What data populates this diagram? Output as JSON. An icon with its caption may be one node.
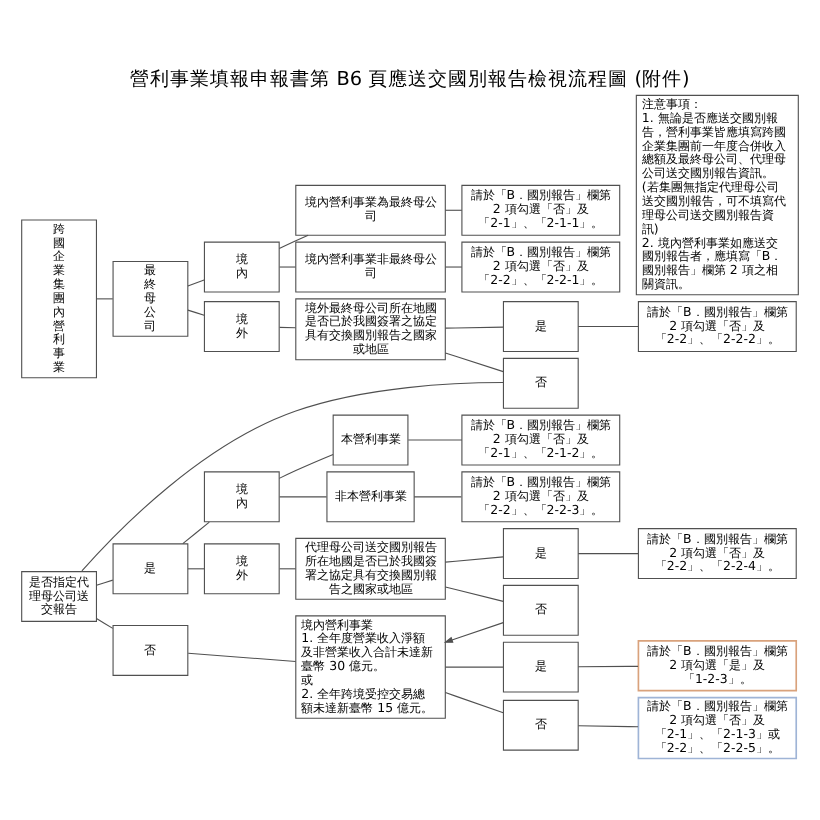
{
  "diagram": {
    "title": "營利事業填報申報書第 B6 頁應送交國別報告檢視流程圖 (附件)",
    "nodes": [
      {
        "text": [
          "跨國企業集團內營利事業"
        ]
      },
      {
        "text": [
          "最終母公司"
        ]
      },
      {
        "text": [
          "境內"
        ]
      },
      {
        "text": [
          "境外"
        ]
      },
      {
        "text": [
          "境內營利事業為最終母公司"
        ]
      },
      {
        "text": [
          "境內營利事業非最終母公司"
        ]
      },
      {
        "text": [
          "請於「B．國別報告」欄第 2 項勾選「否」及「2-1」、「2-1-1」。"
        ]
      },
      {
        "text": [
          "請於「B．國別報告」欄第 2 項勾選「否」及「2-2」、「2-2-1」。"
        ]
      },
      {
        "text": [
          "境外最終母公司所在地國是否已於我國簽署之協定具有交換國別報告之國家或地區"
        ]
      },
      {
        "text": [
          "是"
        ]
      },
      {
        "text": [
          "否"
        ]
      },
      {
        "text": [
          "請於「B．國別報告」欄第 2 項勾選「否」及「2-2」、「2-2-2」。"
        ]
      },
      {
        "text": [
          "是否指定代理母公司送交報告"
        ]
      },
      {
        "text": [
          "是"
        ]
      },
      {
        "text": [
          "否"
        ]
      },
      {
        "text": [
          "境內"
        ]
      },
      {
        "text": [
          "境外"
        ]
      },
      {
        "text": [
          "本營利事業"
        ]
      },
      {
        "text": [
          "非本營利事業"
        ]
      },
      {
        "text": [
          "請於「B．國別報告」欄第 2 項勾選「否」及「2-1」、「2-1-2」。"
        ]
      },
      {
        "text": [
          "請於「B．國別報告」欄第 2 項勾選「否」及「2-2」、「2-2-3」。"
        ]
      },
      {
        "text": [
          "代理母公司送交國別報告所在地國是否已於我國簽署之協定具有交換國別報告之國家或地區"
        ]
      },
      {
        "text": [
          "是"
        ]
      },
      {
        "text": [
          "否"
        ]
      },
      {
        "text": [
          "請於「B．國別報告」欄第 2 項勾選「否」及「2-2」、「2-2-4」。"
        ]
      },
      {
        "text": [
          "境內營利事業",
          "1. 全年度營業收入淨額及非營業收入合計未達新臺幣 30 億元。",
          "或",
          "2. 全年跨境受控交易總額未達新臺幣 15 億元。"
        ]
      },
      {
        "text": [
          "是"
        ]
      },
      {
        "text": [
          "否"
        ]
      },
      {
        "text": [
          "請於「B．國別報告」欄第 2 項勾選「是」及「1-2-3」。"
        ]
      },
      {
        "text": [
          "請於「B．國別報告」欄第 2 項勾選「否」及「2-1」、「2-1-3」或「2-2」、「2-2-5」。"
        ]
      },
      {
        "text": [
          "注意事項：",
          "1. 無論是否應送交國別報告，營利事業皆應填寫跨國企業集團前一年度合併收入總額及最終母公司、代理母公司送交國別報告資訊。(若集團無指定代理母公司送交國別報告，可不填寫代理母公司送交國別報告資訊)",
          "2. 境內營利事業如應送交國別報告者，應填寫「B．國別報告」欄第 2 項之相關資訊。"
        ]
      }
    ],
    "edges": [
      {
        "from": 0,
        "to": 1,
        "arrow": "none"
      },
      {
        "from": 1,
        "to": 2,
        "arrow": "none"
      },
      {
        "from": 1,
        "to": 3,
        "arrow": "none"
      },
      {
        "from": 2,
        "to": 4,
        "arrow": "none"
      },
      {
        "from": 2,
        "to": 5,
        "arrow": "none"
      },
      {
        "from": 4,
        "to": 6,
        "arrow": "none"
      },
      {
        "from": 5,
        "to": 7,
        "arrow": "none"
      },
      {
        "from": 3,
        "to": 8,
        "arrow": "none"
      },
      {
        "from": 8,
        "to": 9,
        "arrow": "none"
      },
      {
        "from": 8,
        "to": 10,
        "arrow": "none"
      },
      {
        "from": 9,
        "to": 11,
        "arrow": "none"
      },
      {
        "from": 10,
        "to": 12,
        "arrow": "none"
      },
      {
        "from": 12,
        "to": 13,
        "arrow": "none"
      },
      {
        "from": 12,
        "to": 14,
        "arrow": "none"
      },
      {
        "from": 13,
        "to": 15,
        "arrow": "none"
      },
      {
        "from": 13,
        "to": 16,
        "arrow": "none"
      },
      {
        "from": 15,
        "to": 17,
        "arrow": "none"
      },
      {
        "from": 15,
        "to": 18,
        "arrow": "none"
      },
      {
        "from": 17,
        "to": 19,
        "arrow": "none"
      },
      {
        "from": 18,
        "to": 20,
        "arrow": "none"
      },
      {
        "from": 16,
        "to": 21,
        "arrow": "none"
      },
      {
        "from": 21,
        "to": 22,
        "arrow": "none"
      },
      {
        "from": 21,
        "to": 23,
        "arrow": "none"
      },
      {
        "from": 22,
        "to": 24,
        "arrow": "none"
      },
      {
        "from": 23,
        "to": 25,
        "arrow": "to"
      },
      {
        "from": 14,
        "to": 25,
        "arrow": "none"
      },
      {
        "from": 25,
        "to": 26,
        "arrow": "none"
      },
      {
        "from": 25,
        "to": 27,
        "arrow": "none"
      },
      {
        "from": 26,
        "to": 28,
        "arrow": "none"
      },
      {
        "from": 27,
        "to": 29,
        "arrow": "none"
      }
    ]
  }
}
